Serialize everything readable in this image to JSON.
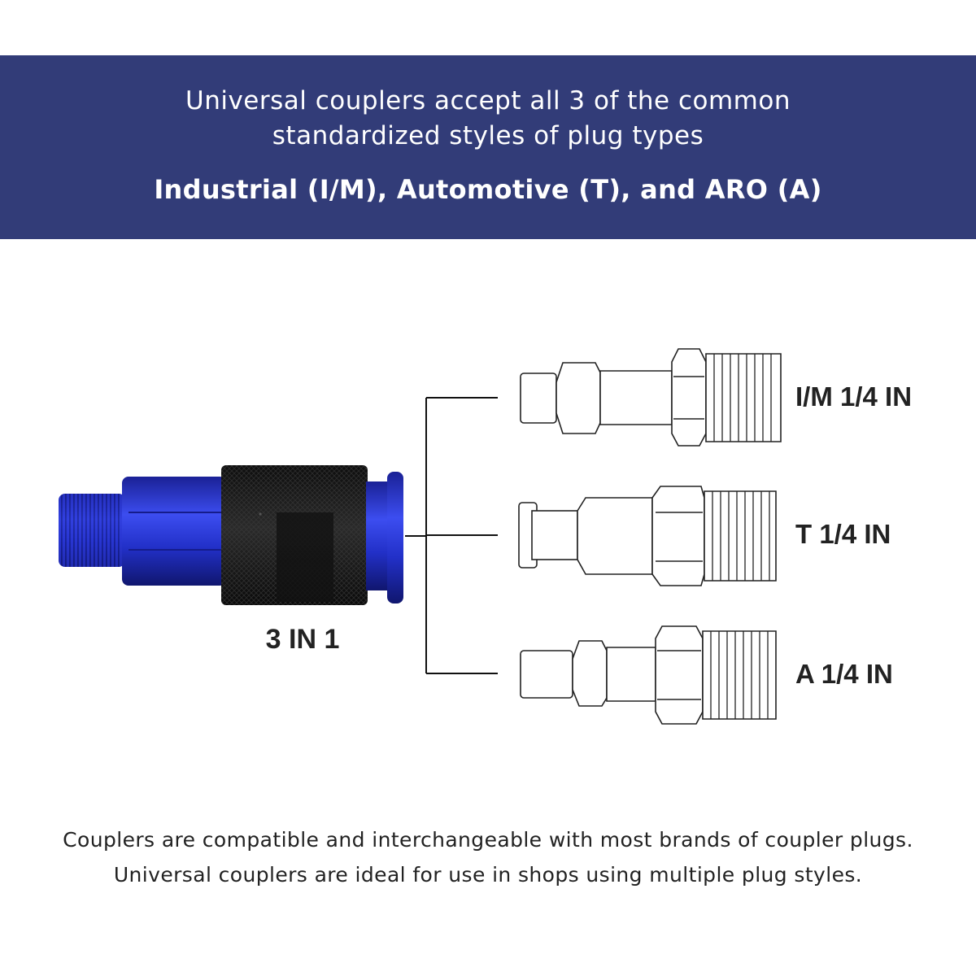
{
  "banner": {
    "line1": "Universal couplers accept all 3 of the common",
    "line2": "standardized styles of plug types",
    "line3": "Industrial (I/M), Automotive (T), and ARO (A)",
    "color": "#323c78"
  },
  "diagram": {
    "coupler_label": "3 IN 1",
    "coupler_colors": {
      "body": "#2230c8",
      "sleeve": "#1a1a1a"
    },
    "plugs": [
      {
        "label": "I/M 1/4 IN"
      },
      {
        "label": "T 1/4 IN"
      },
      {
        "label": "A 1/4 IN"
      }
    ]
  },
  "footer": {
    "line1": "Couplers are compatible and interchangeable with most brands of coupler plugs.",
    "line2": "Universal couplers are ideal for use in shops using multiple plug styles."
  }
}
